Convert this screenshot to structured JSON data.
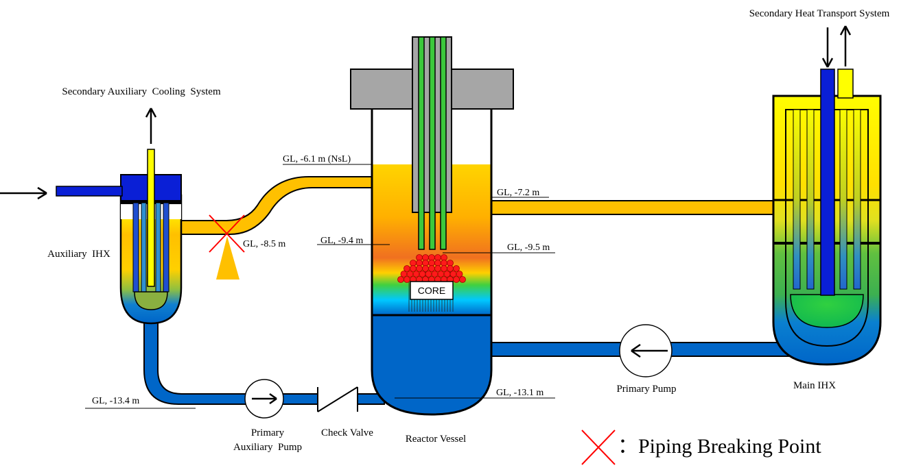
{
  "labels": {
    "secondary_aux_cooling": "Secondary Auxiliary  Cooling  System",
    "secondary_heat_transport": "Secondary Heat Transport System",
    "auxiliary_ihx": "Auxiliary  IHX",
    "main_ihx": "Main IHX",
    "reactor_vessel": "Reactor Vessel",
    "core": "CORE",
    "primary_pump": "Primary Pump",
    "primary_aux_pump_line1": "Primary",
    "primary_aux_pump_line2": "Auxiliary  Pump",
    "check_valve": "Check Valve",
    "legend": "：Piping Breaking Point"
  },
  "levels": {
    "nsl": "GL, -6.1 m (NsL)",
    "break_point": "GL, -8.5 m",
    "inner_pipe": "GL, -9.4 m",
    "core_top": "GL, -9.5 m",
    "hot_leg": "GL, -7.2 m",
    "cold_leg": "GL, -13.1 m",
    "aux_bottom": "GL, -13.4 m"
  },
  "colors": {
    "cold": "#0066c8",
    "deep_blue": "#0a1fd6",
    "hot": "#ffc000",
    "yellow": "#ffff00",
    "green": "#3cc83c",
    "red": "#ff1a1a",
    "gray": "#a6a6a6",
    "break_marker": "#ff0000"
  }
}
